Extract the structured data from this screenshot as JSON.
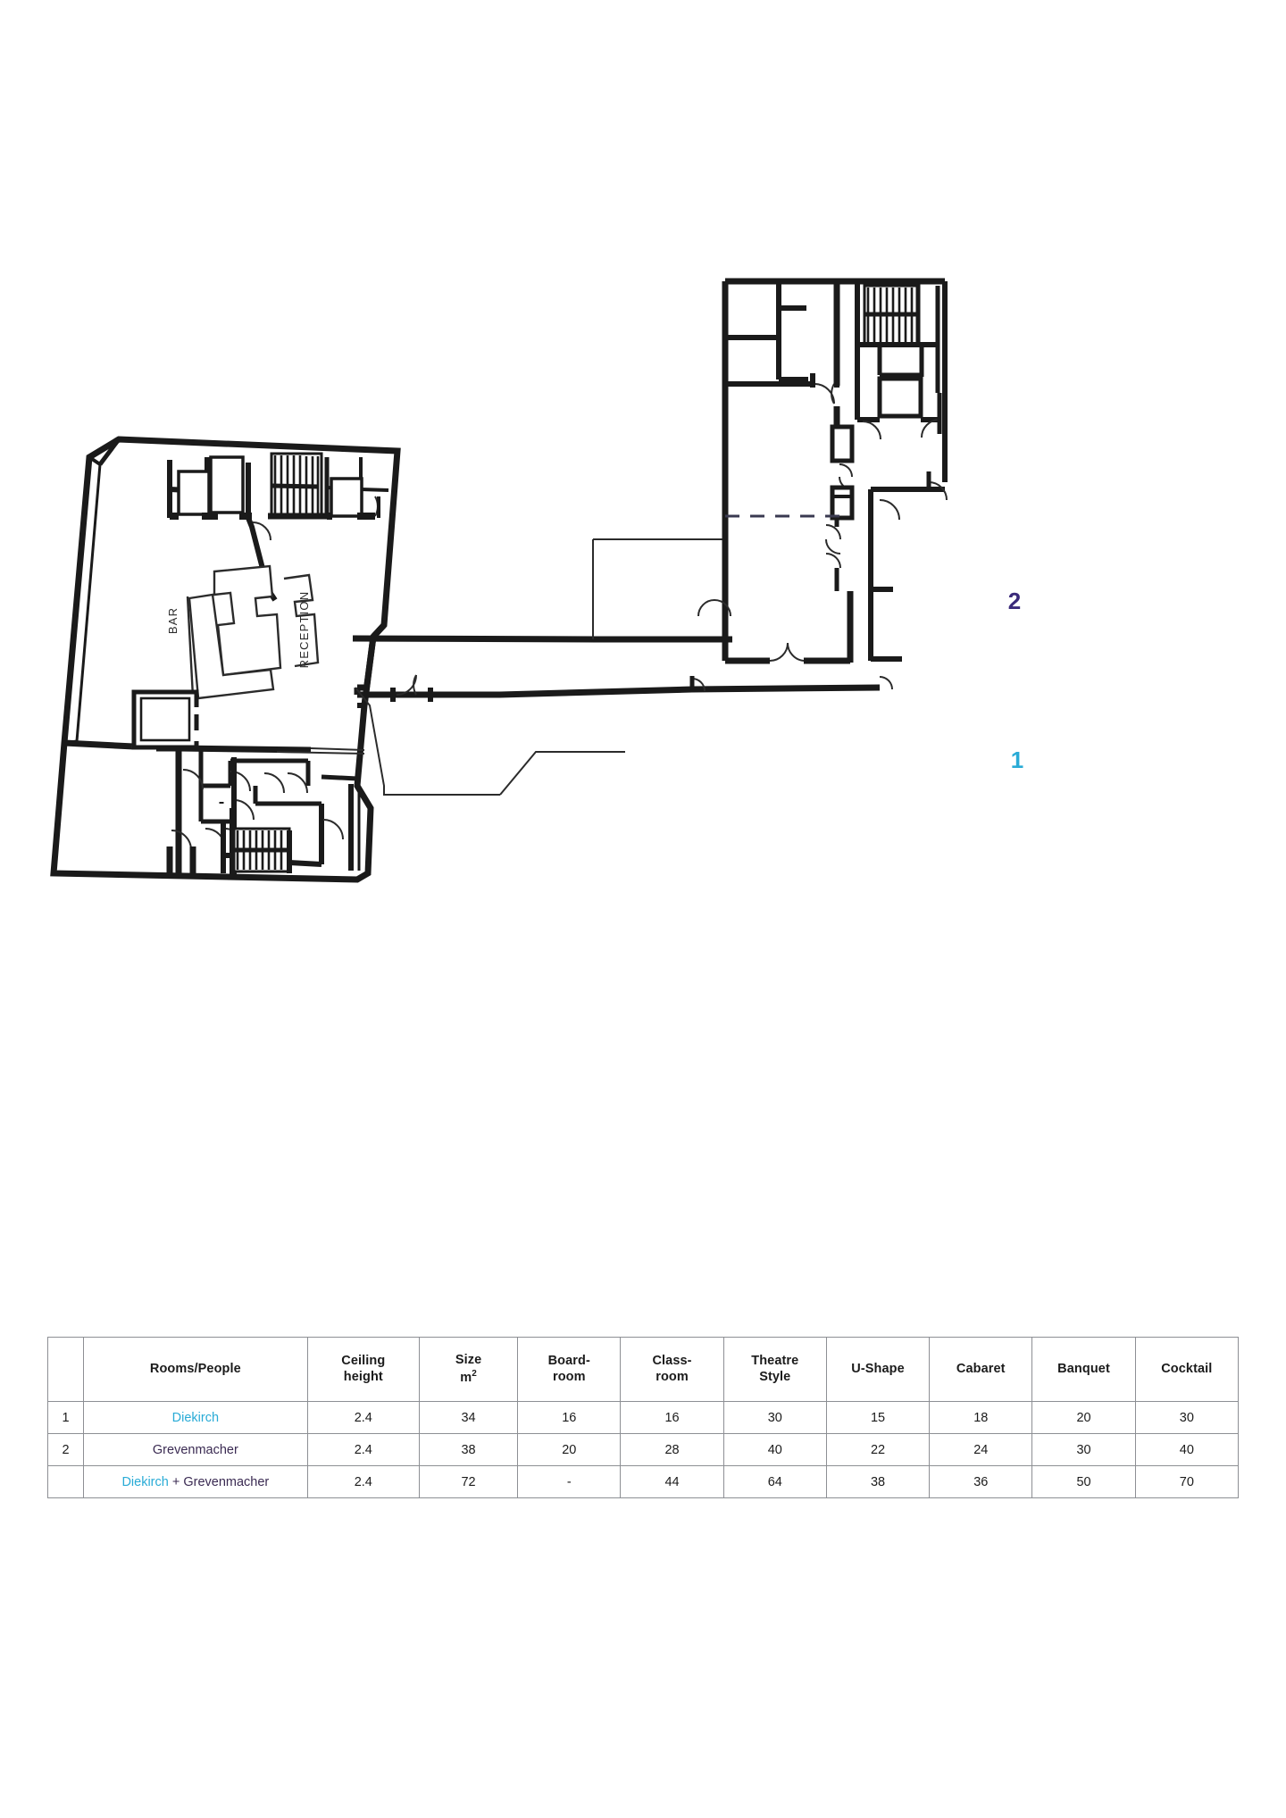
{
  "document": {
    "type": "hotel-floor-plan-with-capacity-table"
  },
  "floorplan": {
    "labels": [
      {
        "id": "bar",
        "text": "BAR",
        "rotated": true
      },
      {
        "id": "reception",
        "text": "RECEPTION",
        "rotated": true
      }
    ],
    "room_markers": [
      {
        "id": "room-marker-1",
        "text": "1",
        "color": "#29abd6",
        "room": "Diekirch"
      },
      {
        "id": "room-marker-2",
        "text": "2",
        "color": "#3a2a7a",
        "room": "Grevenmacher"
      }
    ],
    "colors": {
      "wall": "#1a1a1a",
      "thin_line": "#2b2b2b",
      "divider_dashed": "#3a3a50",
      "marker_cyan": "#29abd6",
      "marker_plum": "#3a2a7a"
    }
  },
  "table": {
    "headers": {
      "number": "",
      "rooms_people": "Rooms/People",
      "ceiling_height_line1": "Ceiling",
      "ceiling_height_line2": "height",
      "size_line1": "Size",
      "size_line2": "m",
      "size_sup": "2",
      "boardroom_line1": "Board-",
      "boardroom_line2": "room",
      "classroom_line1": "Class-",
      "classroom_line2": "room",
      "theatre_line1": "Theatre",
      "theatre_line2": "Style",
      "ushape": "U-Shape",
      "cabaret": "Cabaret",
      "banquet": "Banquet",
      "cocktail": "Cocktail"
    },
    "rows": [
      {
        "num": "1",
        "num_color": "#29abd6",
        "name": "Diekirch",
        "name_color": "#29abd6",
        "name_parts": [
          {
            "text": "Diekirch",
            "color": "#29abd6"
          }
        ],
        "ceiling_height": "2.4",
        "size": "34",
        "boardroom": "16",
        "classroom": "16",
        "theatre_style": "30",
        "u_shape": "15",
        "cabaret": "18",
        "banquet": "20",
        "cocktail": "30"
      },
      {
        "num": "2",
        "num_color": "#262626",
        "name": "Grevenmacher",
        "name_color": "#3a2a52",
        "name_parts": [
          {
            "text": "Grevenmacher",
            "color": "#3a2a52"
          }
        ],
        "ceiling_height": "2.4",
        "size": "38",
        "boardroom": "20",
        "classroom": "28",
        "theatre_style": "40",
        "u_shape": "22",
        "cabaret": "24",
        "banquet": "30",
        "cocktail": "40"
      },
      {
        "num": "",
        "num_color": "#262626",
        "name": "Diekirch + Grevenmacher",
        "name_color": "#3a2a52",
        "name_parts": [
          {
            "text": "Diekirch",
            "color": "#29abd6"
          },
          {
            "text": " + ",
            "color": "#3a2a52"
          },
          {
            "text": "Grevenmacher",
            "color": "#3a2a52"
          }
        ],
        "name_a": "Diekirch",
        "name_plus": " + ",
        "name_b": "Grevenmacher",
        "ceiling_height": "2.4",
        "size": "72",
        "boardroom": "-",
        "classroom": "44",
        "theatre_style": "64",
        "u_shape": "38",
        "cabaret": "36",
        "banquet": "50",
        "cocktail": "70"
      }
    ]
  }
}
